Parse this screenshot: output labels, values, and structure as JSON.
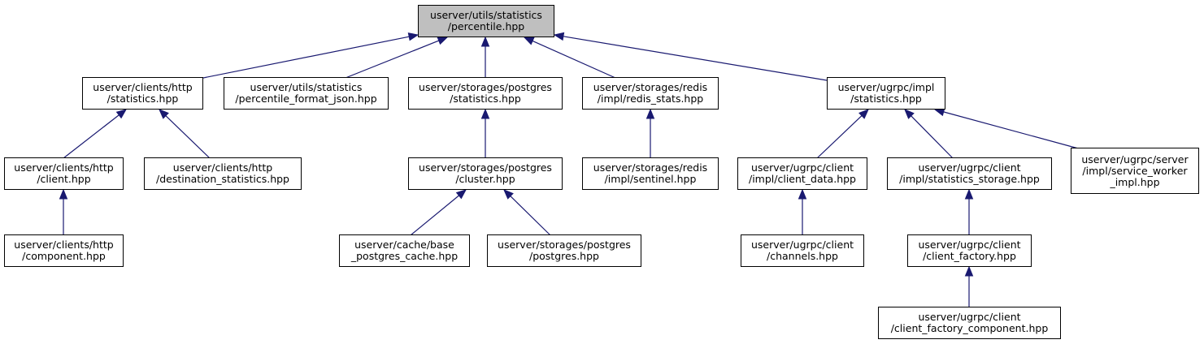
{
  "graph": {
    "edge_color": "#191970",
    "root_fill": "#bfbfbf",
    "nodes": [
      {
        "id": "percentile",
        "lines": [
          "userver/utils/statistics",
          "/percentile.hpp"
        ],
        "root": true
      },
      {
        "id": "http_statistics",
        "lines": [
          "userver/clients/http",
          "/statistics.hpp"
        ]
      },
      {
        "id": "percentile_format_json",
        "lines": [
          "userver/utils/statistics",
          "/percentile_format_json.hpp"
        ]
      },
      {
        "id": "postgres_statistics",
        "lines": [
          "userver/storages/postgres",
          "/statistics.hpp"
        ]
      },
      {
        "id": "redis_stats",
        "lines": [
          "userver/storages/redis",
          "/impl/redis_stats.hpp"
        ]
      },
      {
        "id": "ugrpc_statistics",
        "lines": [
          "userver/ugrpc/impl",
          "/statistics.hpp"
        ]
      },
      {
        "id": "http_client",
        "lines": [
          "userver/clients/http",
          "/client.hpp"
        ]
      },
      {
        "id": "destination_statistics",
        "lines": [
          "userver/clients/http",
          "/destination_statistics.hpp"
        ]
      },
      {
        "id": "postgres_cluster",
        "lines": [
          "userver/storages/postgres",
          "/cluster.hpp"
        ]
      },
      {
        "id": "redis_sentinel",
        "lines": [
          "userver/storages/redis",
          "/impl/sentinel.hpp"
        ]
      },
      {
        "id": "client_data",
        "lines": [
          "userver/ugrpc/client",
          "/impl/client_data.hpp"
        ]
      },
      {
        "id": "statistics_storage",
        "lines": [
          "userver/ugrpc/client",
          "/impl/statistics_storage.hpp"
        ]
      },
      {
        "id": "service_worker_impl",
        "lines": [
          "userver/ugrpc/server",
          "/impl/service_worker",
          "_impl.hpp"
        ]
      },
      {
        "id": "http_component",
        "lines": [
          "userver/clients/http",
          "/component.hpp"
        ]
      },
      {
        "id": "base_postgres_cache",
        "lines": [
          "userver/cache/base",
          "_postgres_cache.hpp"
        ]
      },
      {
        "id": "postgres_postgres",
        "lines": [
          "userver/storages/postgres",
          "/postgres.hpp"
        ]
      },
      {
        "id": "channels",
        "lines": [
          "userver/ugrpc/client",
          "/channels.hpp"
        ]
      },
      {
        "id": "client_factory",
        "lines": [
          "userver/ugrpc/client",
          "/client_factory.hpp"
        ]
      },
      {
        "id": "client_factory_component",
        "lines": [
          "userver/ugrpc/client",
          "/client_factory_component.hpp"
        ]
      }
    ],
    "edges": [
      {
        "from": "http_statistics",
        "to": "percentile"
      },
      {
        "from": "percentile_format_json",
        "to": "percentile"
      },
      {
        "from": "postgres_statistics",
        "to": "percentile"
      },
      {
        "from": "redis_stats",
        "to": "percentile"
      },
      {
        "from": "ugrpc_statistics",
        "to": "percentile"
      },
      {
        "from": "http_client",
        "to": "http_statistics"
      },
      {
        "from": "destination_statistics",
        "to": "http_statistics"
      },
      {
        "from": "http_component",
        "to": "http_client"
      },
      {
        "from": "postgres_cluster",
        "to": "postgres_statistics"
      },
      {
        "from": "base_postgres_cache",
        "to": "postgres_cluster"
      },
      {
        "from": "postgres_postgres",
        "to": "postgres_cluster"
      },
      {
        "from": "redis_sentinel",
        "to": "redis_stats"
      },
      {
        "from": "client_data",
        "to": "ugrpc_statistics"
      },
      {
        "from": "statistics_storage",
        "to": "ugrpc_statistics"
      },
      {
        "from": "service_worker_impl",
        "to": "ugrpc_statistics"
      },
      {
        "from": "channels",
        "to": "client_data"
      },
      {
        "from": "client_factory",
        "to": "statistics_storage"
      },
      {
        "from": "client_factory_component",
        "to": "client_factory"
      }
    ]
  }
}
